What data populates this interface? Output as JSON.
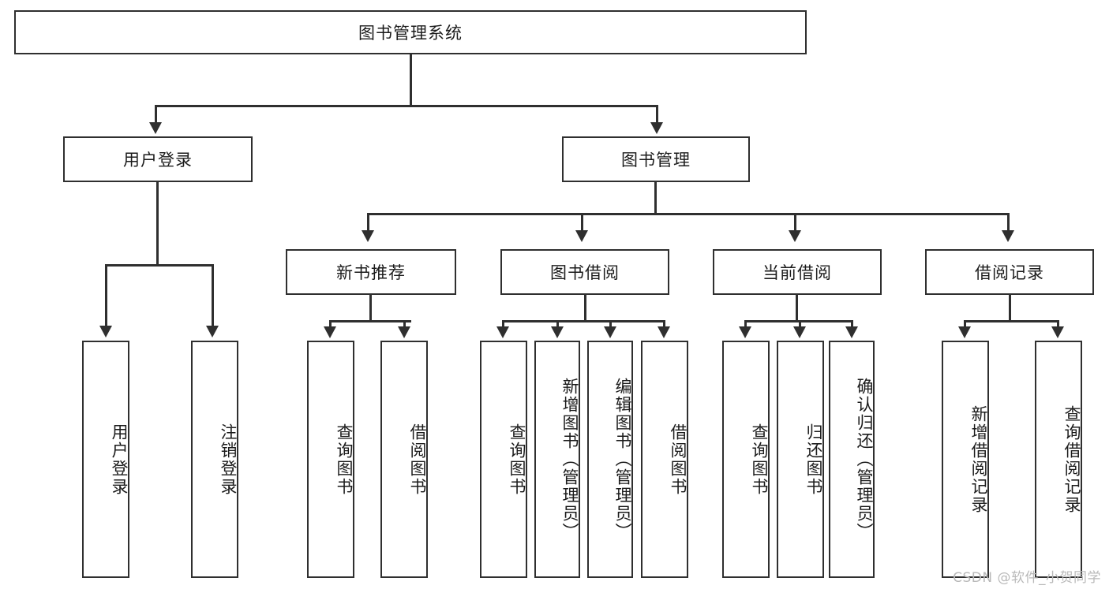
{
  "diagram": {
    "type": "hierarchy-tree",
    "root": {
      "label": "图书管理系统"
    },
    "level1": [
      {
        "label": "用户登录"
      },
      {
        "label": "图书管理"
      }
    ],
    "level2": [
      {
        "label": "新书推荐",
        "parent": "图书管理"
      },
      {
        "label": "图书借阅",
        "parent": "图书管理"
      },
      {
        "label": "当前借阅",
        "parent": "图书管理"
      },
      {
        "label": "借阅记录",
        "parent": "图书管理"
      }
    ],
    "leaves": [
      {
        "label": "用户登录",
        "parent": "用户登录"
      },
      {
        "label": "注销登录",
        "parent": "用户登录"
      },
      {
        "label": "查询图书",
        "parent": "新书推荐"
      },
      {
        "label": "借阅图书",
        "parent": "新书推荐"
      },
      {
        "label": "查询图书",
        "parent": "图书借阅"
      },
      {
        "label": "新增图书（管理员）",
        "parent": "图书借阅"
      },
      {
        "label": "编辑图书（管理员）",
        "parent": "图书借阅"
      },
      {
        "label": "借阅图书",
        "parent": "图书借阅"
      },
      {
        "label": "查询图书",
        "parent": "当前借阅"
      },
      {
        "label": "归还图书",
        "parent": "当前借阅"
      },
      {
        "label": "确认归还（管理员）",
        "parent": "当前借阅"
      },
      {
        "label": "新增借阅记录",
        "parent": "借阅记录"
      },
      {
        "label": "查询借阅记录",
        "parent": "借阅记录"
      }
    ],
    "watermark": "CSDN @软件_小贺同学",
    "colors": {
      "line": "#2f2f2f",
      "box_fill": "#ffffff",
      "text": "#1b1b1b",
      "watermark": "#b9b9b9"
    }
  }
}
